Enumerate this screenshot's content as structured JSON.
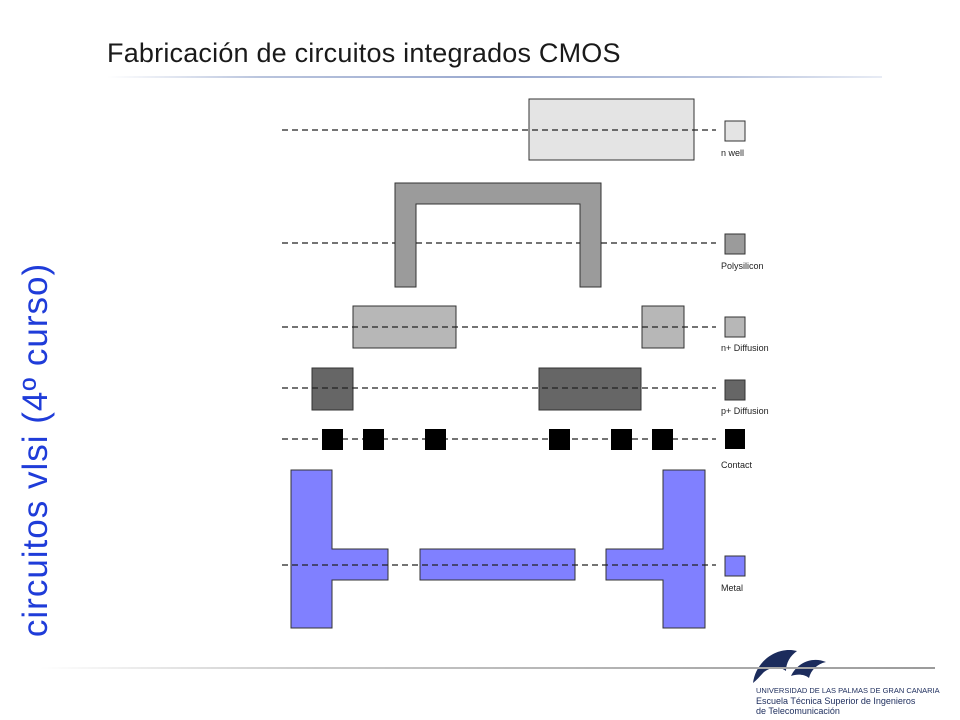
{
  "slide": {
    "title": "Fabricación de circuitos integrados CMOS",
    "side_label": "circuitos vlsi (4º curso)"
  },
  "legend": [
    {
      "id": "nwell",
      "label": "n well",
      "fill": "#e4e4e4"
    },
    {
      "id": "poly",
      "label": "Polysilicon",
      "fill": "#9b9b9b"
    },
    {
      "id": "ndiff",
      "label": "n+ Diffusion",
      "fill": "#b7b7b7"
    },
    {
      "id": "pdiff",
      "label": "p+ Diffusion",
      "fill": "#666666"
    },
    {
      "id": "contact",
      "label": "Contact",
      "fill": "#000000"
    },
    {
      "id": "metal",
      "label": "Metal",
      "fill": "#8080ff"
    }
  ],
  "logo": {
    "line1": "UNIVERSIDAD DE LAS PALMAS DE GRAN CANARIA",
    "line2": "Escuela Técnica Superior de Ingenieros",
    "line3": "de Telecomunicación",
    "color": "#1c2c5c"
  }
}
